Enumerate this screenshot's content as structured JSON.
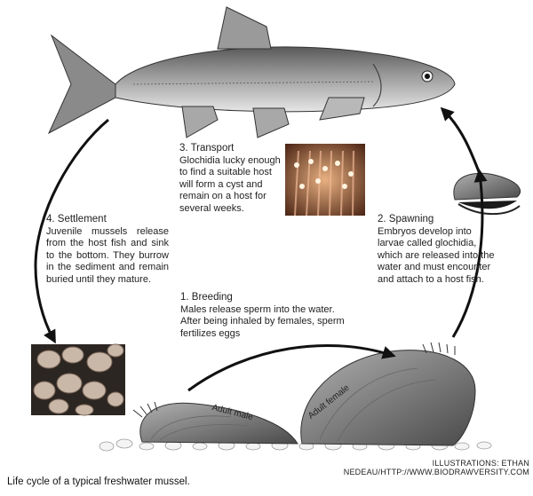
{
  "steps": {
    "transport": {
      "title": "3. Transport",
      "body": "Glochidia lucky enough to find a suitable host will form a cyst and remain on a host for several weeks."
    },
    "settlement": {
      "title": "4. Settlement",
      "body": "Juvenile mussels release from the host fish and sink to the bottom. They burrow in the sediment and remain buried until they mature."
    },
    "spawning": {
      "title": "2. Spawning",
      "body": "Embryos develop into larvae called glochidia, which are released into the water and must encounter and attach to a host fish."
    },
    "breeding": {
      "title": "1. Breeding",
      "body": "Males release sperm into the water. After being inhaled by females, sperm fertilizes eggs"
    }
  },
  "labels": {
    "adult_male": "Adult male",
    "adult_female": "Adult female"
  },
  "credit": "ILLUSTRATIONS: ETHAN NEDEAU/HTTP://WWW.BIODRAWVERSITY.COM",
  "caption": "Life cycle of a typical freshwater mussel.",
  "colors": {
    "arrow": "#111111",
    "fish_body": "#9a9a9a",
    "shell": "#7d7d7d",
    "gills_photo": "#8a4a2a",
    "juvenile_photo": "#b8a898"
  }
}
